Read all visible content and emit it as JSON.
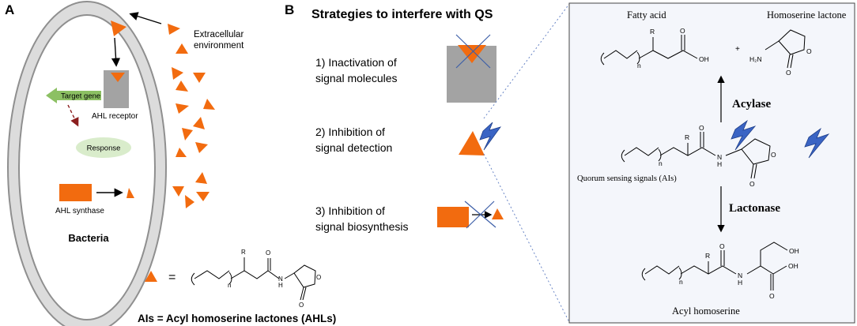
{
  "panel_a": {
    "letter": "A",
    "extracellular_label_line1": "Extracellular",
    "extracellular_label_line2": "environment",
    "target_gene": "Target gene",
    "ahl_receptor": "AHL receptor",
    "response": "Response",
    "ahl_synthase": "AHL synthase",
    "bacteria": "Bacteria",
    "equals_sign": "=",
    "ais_caption": "AIs = Acyl homoserine lactones (AHLs)"
  },
  "panel_b": {
    "letter": "B",
    "title": "Strategies to interfere with QS",
    "strategies": [
      {
        "line1": "1) Inactivation of",
        "line2": "signal molecules"
      },
      {
        "line1": "2) Inhibition of",
        "line2": "signal detection"
      },
      {
        "line1": "3) Inhibition of",
        "line2": "signal biosynthesis"
      }
    ]
  },
  "chem": {
    "fatty_acid": "Fatty acid",
    "homoserine_lactone": "Homoserine lactone",
    "acylase": "Acylase",
    "lactonase": "Lactonase",
    "qs_signals": "Quorum sensing signals (AIs)",
    "acyl_homoserine": "Acyl homoserine",
    "atoms": {
      "r": "R",
      "n": "n",
      "o": "O",
      "oh": "OH",
      "h2n": "H₂N",
      "nh": "N",
      "h": "H",
      "plus": "+"
    }
  },
  "colors": {
    "orange": "#f26b0f",
    "grey_box": "#a3a3a3",
    "green_arrow": "#8cc063",
    "response_ellipse": "#d9eccb",
    "cross": "#3d5fa8",
    "bolt": "#3a64c4",
    "chem_panel_bg": "#f4f6fb"
  }
}
